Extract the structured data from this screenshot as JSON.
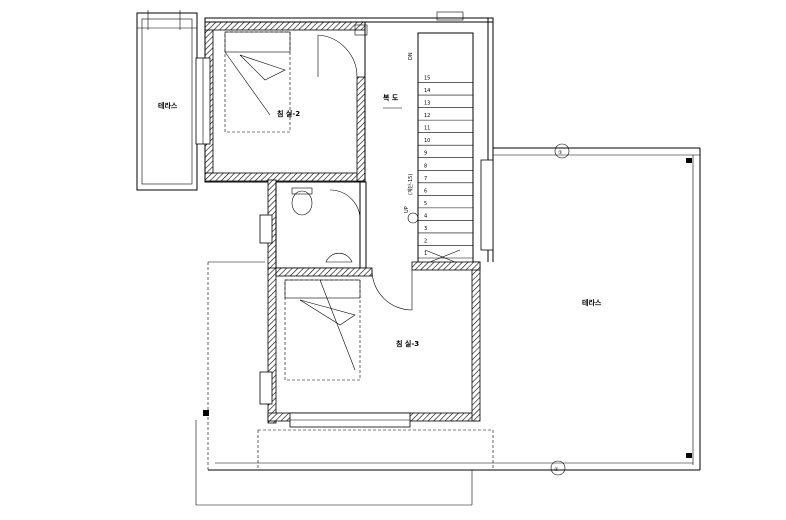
{
  "rooms": {
    "bedroom2": "침 실-2",
    "bedroom3": "침 실-3",
    "corridor": "복 도",
    "terrace_left": "테라스",
    "terrace_right": "테라스"
  },
  "stair": {
    "dn_label": "DN",
    "up_label": "UP",
    "note": "(계단-15)",
    "steps": [
      "1",
      "2",
      "3",
      "4",
      "5",
      "6",
      "7",
      "8",
      "9",
      "10",
      "11",
      "12",
      "13",
      "14",
      "15"
    ]
  },
  "grid_markers": {
    "top": "①",
    "bottom": "①"
  }
}
